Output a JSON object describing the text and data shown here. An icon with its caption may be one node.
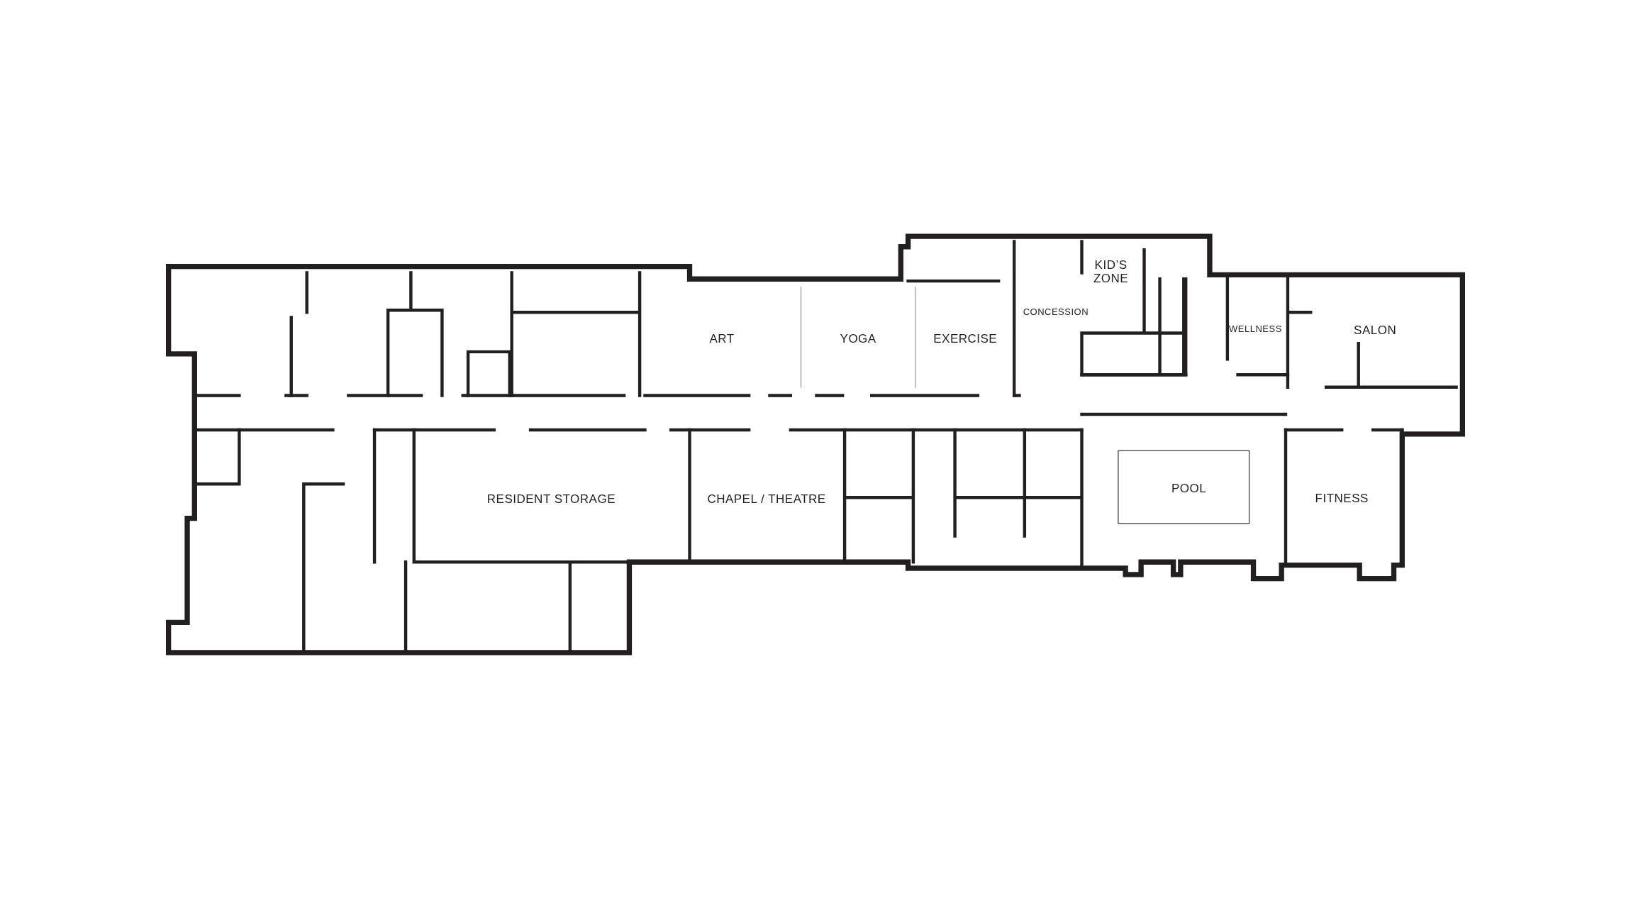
{
  "diagram": {
    "labels": [
      "KID’S ZONE",
      "CONCESSION",
      "WELLNESS",
      "SALON",
      "ART",
      "YOGA",
      "EXERCISE",
      "RESIDENT STORAGE",
      "CHAPEL / THEATRE",
      "POOL",
      "FITNESS"
    ]
  }
}
